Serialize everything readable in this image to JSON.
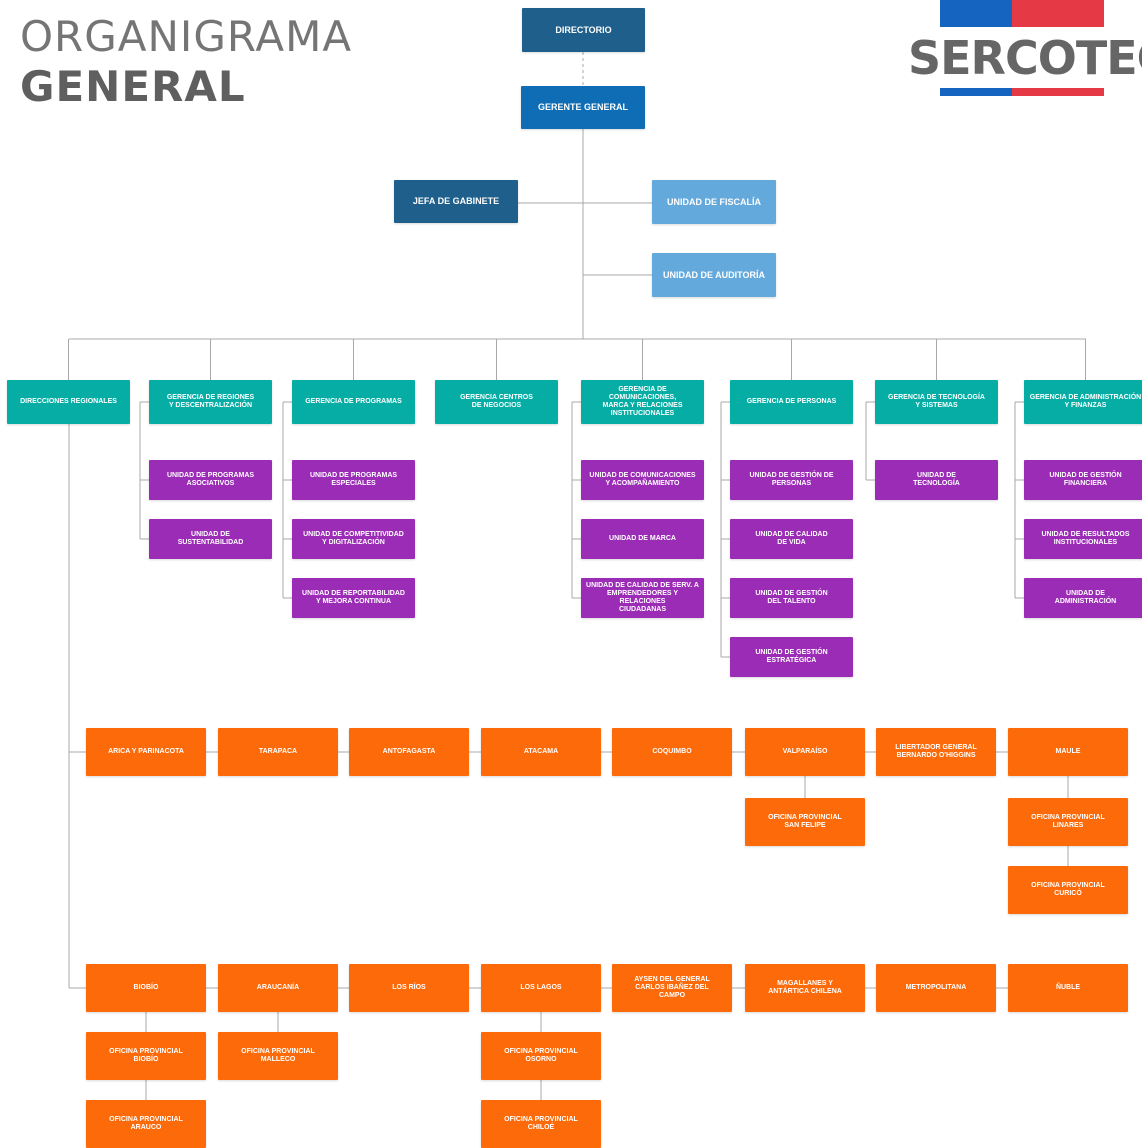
{
  "header": {
    "title_light": "ORGANIGRAMA",
    "title_bold": "GENERAL"
  },
  "logo": {
    "text": "SERCOTEC",
    "colors": {
      "blue": "#1565c0",
      "red": "#e63946"
    }
  },
  "colors": {
    "directorio": "#1f5f8b",
    "gerente": "#0f6db5",
    "staff_light": "#64a9dc",
    "gerencia": "#06ada4",
    "unidad": "#9b2cb6",
    "region": "#fc6a0a",
    "line": "#a8a8a8"
  },
  "top": {
    "directorio": "DIRECTORIO",
    "gerente": "GERENTE GENERAL",
    "gabinete": "JEFA DE GABINETE",
    "fiscalia": "UNIDAD DE FISCALÍA",
    "auditoria": "UNIDAD DE AUDITORÍA"
  },
  "gerencias": [
    {
      "label": "DIRECCIONES REGIONALES",
      "unidades": []
    },
    {
      "label": "GERENCIA DE REGIONES\nY DESCENTRALIZACIÓN",
      "unidades": [
        "UNIDAD DE PROGRAMAS\nASOCIATIVOS",
        "UNIDAD DE\nSUSTENTABILIDAD"
      ]
    },
    {
      "label": "GERENCIA DE PROGRAMAS",
      "unidades": [
        "UNIDAD DE PROGRAMAS\nESPECIALES",
        "UNIDAD DE COMPETITIVIDAD\nY DIGITALIZACIÓN",
        "UNIDAD DE REPORTABILIDAD\nY MEJORA CONTINUA"
      ]
    },
    {
      "label": "GERENCIA CENTROS\nDE NEGOCIOS",
      "unidades": []
    },
    {
      "label": "GERENCIA DE COMUNICACIONES,\nMARCA Y RELACIONES\nINSTITUCIONALES",
      "unidades": [
        "UNIDAD DE COMUNICACIONES\nY ACOMPAÑAMIENTO",
        "UNIDAD DE MARCA",
        "UNIDAD DE CALIDAD DE SERV. A\nEMPRENDEDORES Y RELACIONES\nCIUDADANAS"
      ]
    },
    {
      "label": "GERENCIA DE PERSONAS",
      "unidades": [
        "UNIDAD DE GESTIÓN DE\nPERSONAS",
        "UNIDAD DE CALIDAD\nDE VIDA",
        "UNIDAD DE GESTIÓN\nDEL TALENTO",
        "UNIDAD DE GESTIÓN\nESTRATÉGICA"
      ]
    },
    {
      "label": "GERENCIA DE TECNOLOGÍA\nY SISTEMAS",
      "unidades": [
        "UNIDAD DE\nTECNOLOGÍA"
      ]
    },
    {
      "label": "GERENCIA DE ADMINISTRACIÓN\nY FINANZAS",
      "unidades": [
        "UNIDAD DE GESTIÓN\nFINANCIERA",
        "UNIDAD DE RESULTADOS\nINSTITUCIONALES",
        "UNIDAD DE\nADMINISTRACIÓN"
      ]
    }
  ],
  "regiones_row1": [
    {
      "label": "ARICA Y PARINACOTA",
      "oficinas": []
    },
    {
      "label": "TARAPACA",
      "oficinas": []
    },
    {
      "label": "ANTOFAGASTA",
      "oficinas": []
    },
    {
      "label": "ATACAMA",
      "oficinas": []
    },
    {
      "label": "COQUIMBO",
      "oficinas": []
    },
    {
      "label": "VALPARAÍSO",
      "oficinas": [
        "OFICINA PROVINCIAL\nSAN FELIPE"
      ]
    },
    {
      "label": "LIBERTADOR GENERAL\nBERNARDO O'HIGGINS",
      "oficinas": []
    },
    {
      "label": "MAULE",
      "oficinas": [
        "OFICINA PROVINCIAL\nLINARES",
        "OFICINA PROVINCIAL\nCURICÓ"
      ]
    }
  ],
  "regiones_row2": [
    {
      "label": "BIOBÍO",
      "oficinas": [
        "OFICINA PROVINCIAL\nBIOBÍO",
        "OFICINA PROVINCIAL\nARAUCO"
      ]
    },
    {
      "label": "ARAUCANÍA",
      "oficinas": [
        "OFICINA PROVINCIAL\nMALLECO"
      ]
    },
    {
      "label": "LOS RÍOS",
      "oficinas": []
    },
    {
      "label": "LOS LAGOS",
      "oficinas": [
        "OFICINA PROVINCIAL\nOSORNO",
        "OFICINA PROVINCIAL\nCHILOÉ"
      ]
    },
    {
      "label": "AYSEN DEL GENERAL\nCARLOS IBAÑEZ DEL\nCAMPO",
      "oficinas": []
    },
    {
      "label": "MAGALLANES Y\nANTÁRTICA CHILENA",
      "oficinas": []
    },
    {
      "label": "METROPOLITANA",
      "oficinas": []
    },
    {
      "label": "ÑUBLE",
      "oficinas": []
    }
  ]
}
